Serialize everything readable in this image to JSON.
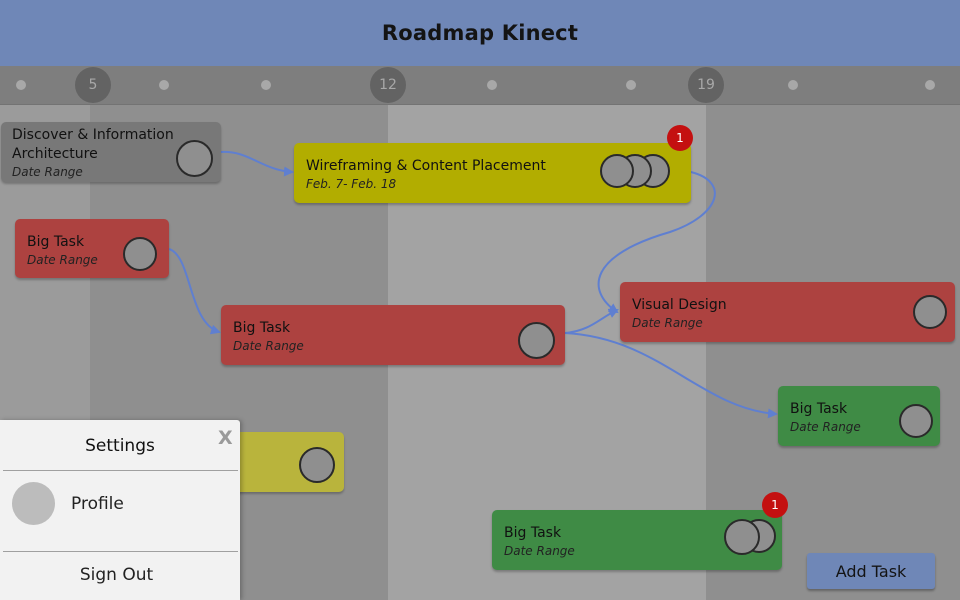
{
  "app": {
    "title": "Roadmap Kinect"
  },
  "timeline": {
    "markers": [
      "5",
      "12",
      "19"
    ]
  },
  "tasks": [
    {
      "name": "Discover & Information Architecture",
      "date_range": "Date Range",
      "color": "gray"
    },
    {
      "name": "Wireframing & Content Placement",
      "date_range": "Feb. 7- Feb. 18",
      "color": "yellow",
      "notifications": "1"
    },
    {
      "name": "Big Task",
      "date_range": "Date Range",
      "color": "red"
    },
    {
      "name": "Big Task",
      "date_range": "Date Range",
      "color": "red"
    },
    {
      "name": "Visual Design",
      "date_range": "Date Range",
      "color": "red"
    },
    {
      "name": "Big Task",
      "date_range": "Date Range",
      "color": "green"
    },
    {
      "name": "",
      "date_range": "",
      "color": "yellow"
    },
    {
      "name": "Big Task",
      "date_range": "Date Range",
      "color": "green",
      "notifications": "1"
    }
  ],
  "settings": {
    "title": "Settings",
    "close_label": "X",
    "profile_label": "Profile",
    "sign_out_label": "Sign Out"
  },
  "actions": {
    "add_task_label": "Add Task"
  },
  "colors": {
    "header": "#6f87b7",
    "red": "#ad4240",
    "yellow": "#b2ad00",
    "green": "#3f8b45",
    "badge": "#c41010",
    "link": "#5f7fd0"
  }
}
